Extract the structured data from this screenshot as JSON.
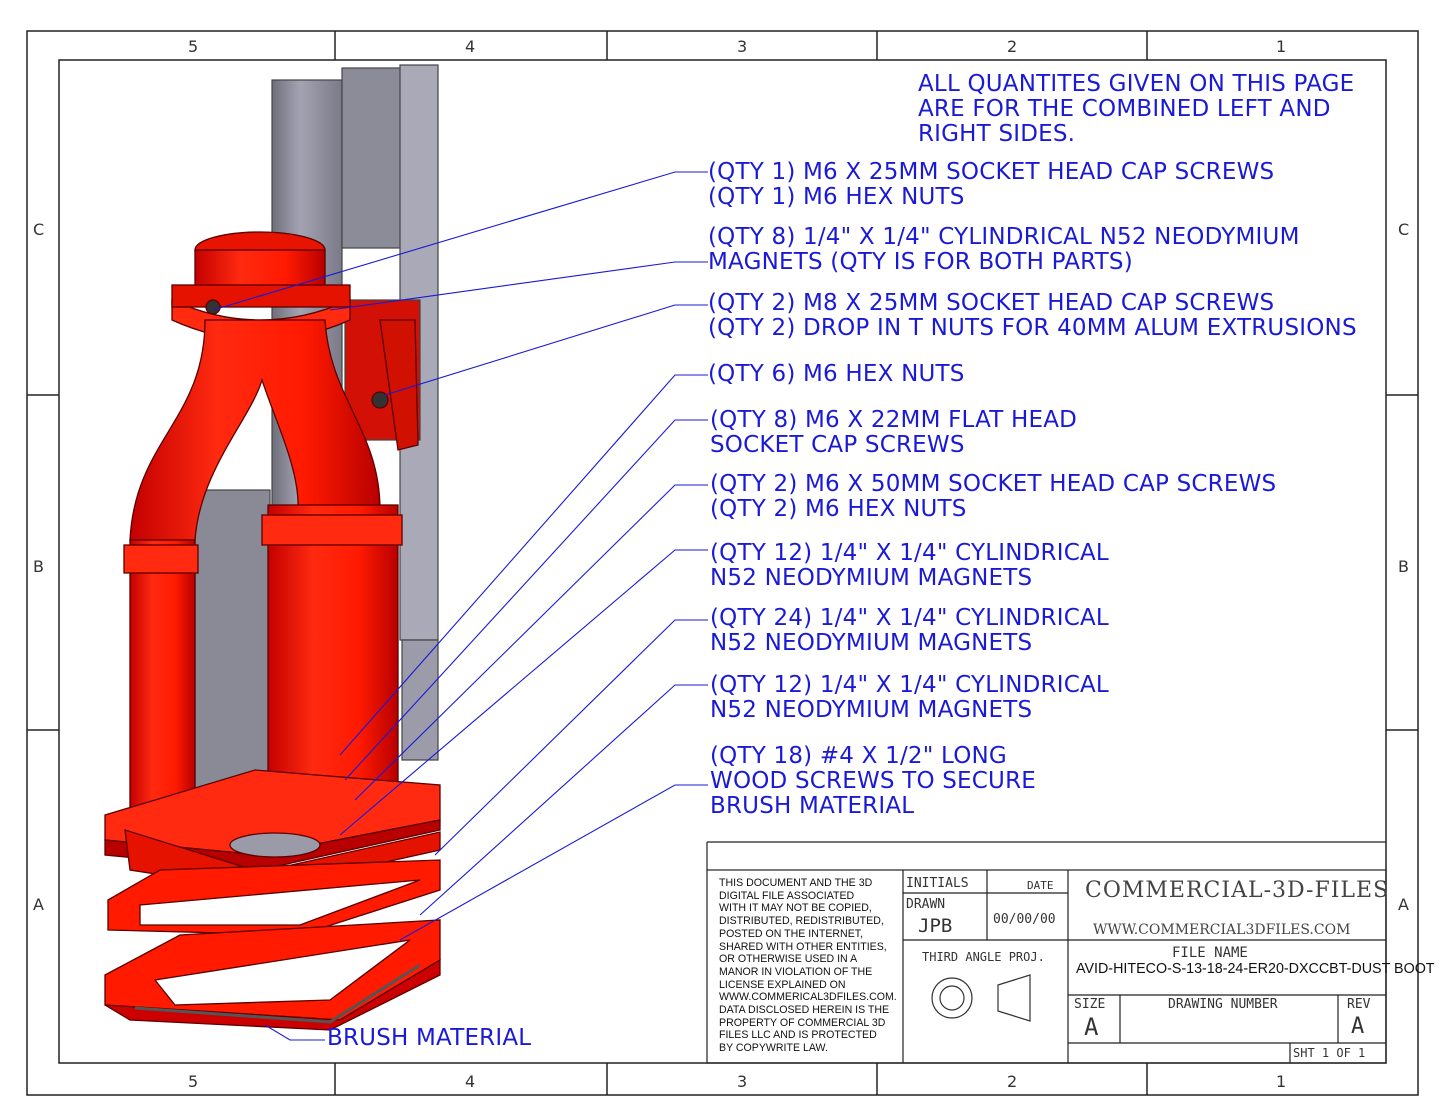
{
  "zones": {
    "columns": [
      "5",
      "4",
      "3",
      "2",
      "1"
    ],
    "rows": [
      "C",
      "B",
      "A"
    ]
  },
  "general_note": {
    "line1": "ALL QUANTITES GIVEN ON THIS PAGE",
    "line2": "ARE FOR THE COMBINED LEFT AND",
    "line3": "RIGHT SIDES."
  },
  "callouts": [
    {
      "line1": "(QTY 1) M6 X 25MM SOCKET HEAD CAP SCREWS",
      "line2": "(QTY 1) M6 HEX NUTS"
    },
    {
      "line1": "(QTY 8) 1/4\" X 1/4\" CYLINDRICAL N52 NEODYMIUM",
      "line2": "MAGNETS (QTY IS FOR BOTH PARTS)"
    },
    {
      "line1": "(QTY 2) M8 X 25MM SOCKET HEAD CAP SCREWS",
      "line2": "(QTY 2) DROP IN T NUTS FOR 40MM ALUM EXTRUSIONS"
    },
    {
      "line1": "(QTY 6) M6 HEX NUTS",
      "line2": ""
    },
    {
      "line1": "(QTY 8) M6 X 22MM FLAT HEAD",
      "line2": "SOCKET CAP SCREWS"
    },
    {
      "line1": "(QTY 2) M6 X 50MM SOCKET HEAD CAP SCREWS",
      "line2": "(QTY 2) M6 HEX NUTS"
    },
    {
      "line1": "(QTY 12) 1/4\" X 1/4\" CYLINDRICAL",
      "line2": "N52 NEODYMIUM MAGNETS"
    },
    {
      "line1": "(QTY 24) 1/4\" X 1/4\" CYLINDRICAL",
      "line2": "N52 NEODYMIUM MAGNETS"
    },
    {
      "line1": "(QTY 12) 1/4\" X 1/4\" CYLINDRICAL",
      "line2": "N52 NEODYMIUM MAGNETS"
    },
    {
      "line1": "(QTY 18) #4 X 1/2\" LONG",
      "line2": "WOOD SCREWS TO SECURE",
      "line3": "BRUSH MATERIAL"
    }
  ],
  "brush_label": "BRUSH MATERIAL",
  "title_block": {
    "disclaimer": [
      "THIS DOCUMENT AND THE 3D",
      "DIGITAL FILE ASSOCIATED",
      "WITH IT MAY NOT BE COPIED,",
      "DISTRIBUTED, REDISTRIBUTED,",
      "POSTED ON THE INTERNET,",
      "SHARED WITH OTHER ENTITIES,",
      "OR OTHERWISE USED IN A",
      "MANOR IN VIOLATION OF THE",
      "LICENSE EXPLAINED ON",
      "WWW.COMMERICAL3DFILES.COM.",
      "DATA DISCLOSED HEREIN IS THE",
      "PROPERTY OF COMMERCIAL 3D",
      "FILES LLC AND IS PROTECTED",
      "BY COPYWRITE LAW."
    ],
    "initials_label": "INITIALS",
    "date_label": "DATE",
    "drawn_label": "DRAWN",
    "drawn_value": "JPB",
    "date_value": "00/00/00",
    "projection_label": "THIRD ANGLE PROJ.",
    "company": "COMMERCIAL-3D-FILES",
    "website": "WWW.COMMERCIAL3DFILES.COM",
    "file_name_label": "FILE NAME",
    "file_name": "AVID-HITECO-S-13-18-24-ER20-DXCCBT-DUST BOOT",
    "size_label": "SIZE",
    "size_value": "A",
    "drawing_number_label": "DRAWING NUMBER",
    "rev_label": "REV",
    "rev_value": "A",
    "sheet": "SHT 1 OF 1"
  },
  "colors": {
    "annotation": "#1a1ad6",
    "part_red": "#ff1a00",
    "extrusion_gray": "#9a9aa8",
    "border": "#222222"
  }
}
